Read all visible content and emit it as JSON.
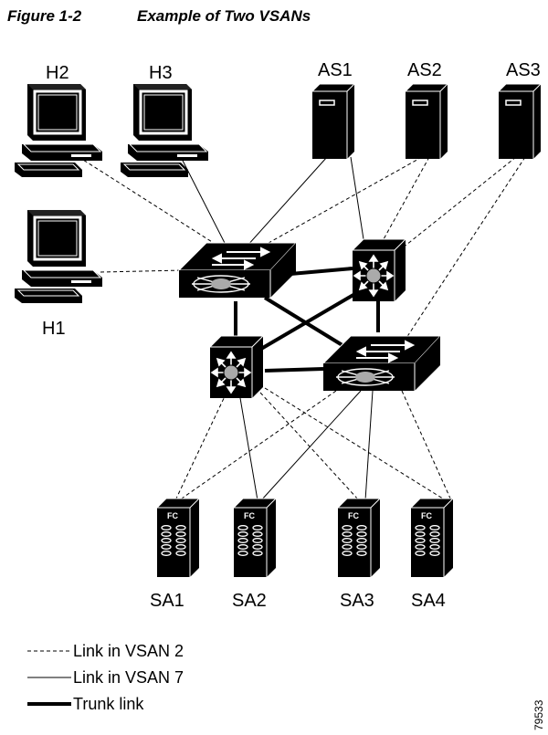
{
  "figure": {
    "number": "Figure 1-2",
    "title": "Example of Two VSANs"
  },
  "hosts": [
    {
      "id": "H2",
      "label": "H2"
    },
    {
      "id": "H3",
      "label": "H3"
    },
    {
      "id": "H1",
      "label": "H1"
    }
  ],
  "application_servers": [
    {
      "id": "AS1",
      "label": "AS1"
    },
    {
      "id": "AS2",
      "label": "AS2"
    },
    {
      "id": "AS3",
      "label": "AS3"
    }
  ],
  "storage_arrays": [
    {
      "id": "SA1",
      "label": "SA1",
      "badge": "FC"
    },
    {
      "id": "SA2",
      "label": "SA2",
      "badge": "FC"
    },
    {
      "id": "SA3",
      "label": "SA3",
      "badge": "FC"
    },
    {
      "id": "SA4",
      "label": "SA4",
      "badge": "FC"
    }
  ],
  "legend": {
    "vsan2": "Link in VSAN 2",
    "vsan7": "Link in VSAN 7",
    "trunk": "Trunk link"
  },
  "side_id": "79533"
}
